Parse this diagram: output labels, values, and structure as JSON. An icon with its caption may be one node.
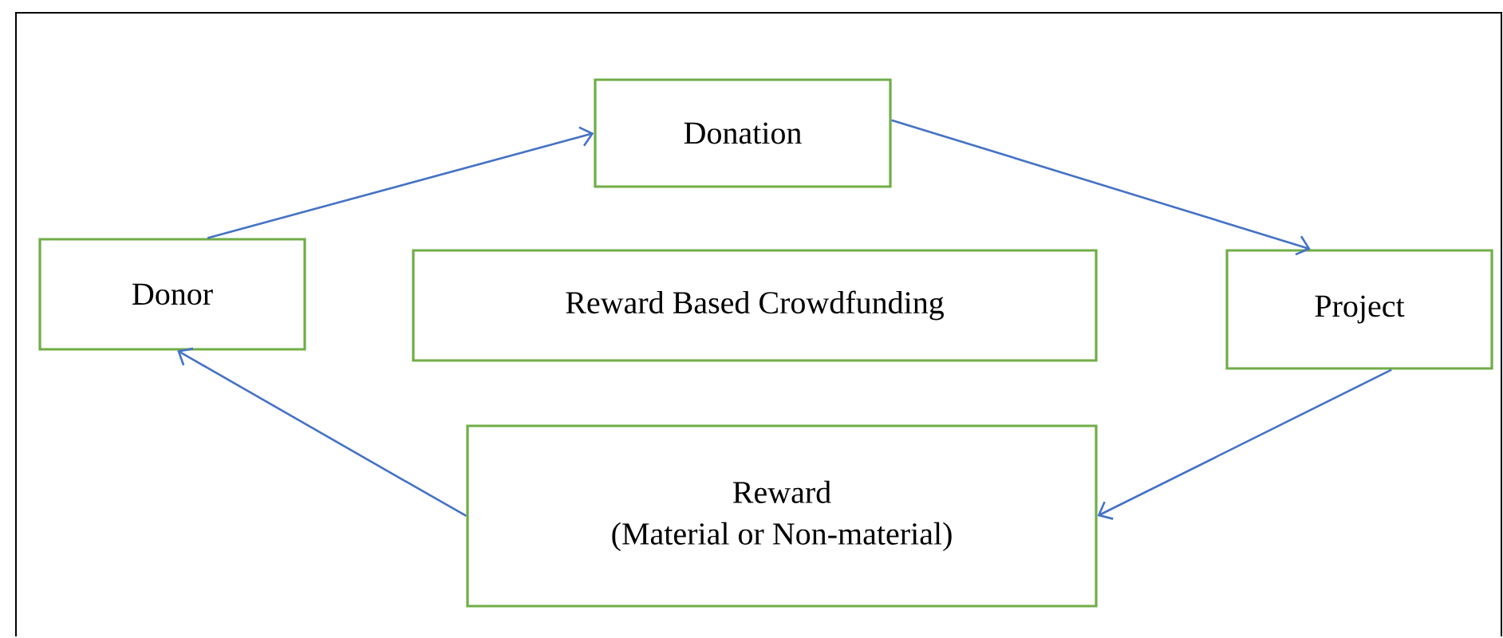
{
  "diagram": {
    "nodes": [
      {
        "text": [
          "Donor"
        ]
      },
      {
        "text": [
          "Donation"
        ]
      },
      {
        "text": [
          "Reward Based Crowdfunding"
        ]
      },
      {
        "text": [
          "Project"
        ]
      },
      {
        "text": [
          "Reward",
          "(Material or Non-material)"
        ]
      }
    ],
    "edges": [
      {
        "from": 0,
        "to": 1,
        "arrow": "to"
      },
      {
        "from": 1,
        "to": 3,
        "arrow": "to"
      },
      {
        "from": 3,
        "to": 4,
        "arrow": "to"
      },
      {
        "from": 4,
        "to": 0,
        "arrow": "to"
      }
    ]
  }
}
